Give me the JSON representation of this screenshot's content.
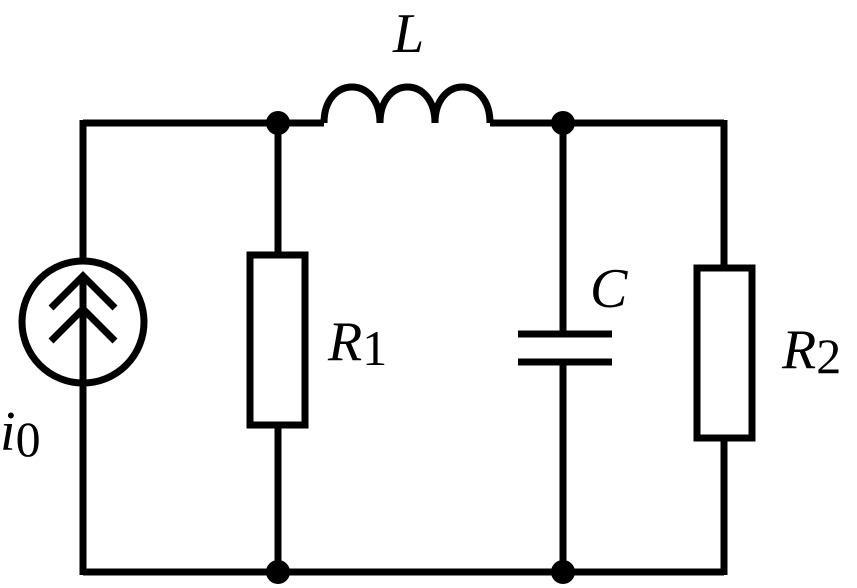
{
  "labels": {
    "inductor": "L",
    "capacitor": "C",
    "resistor1": "R",
    "resistor1_sub": "1",
    "resistor2": "R",
    "resistor2_sub": "2",
    "source": "i",
    "source_sub": "0"
  },
  "components": [
    {
      "id": "i0",
      "kind": "current-source",
      "direction": "up"
    },
    {
      "id": "R1",
      "kind": "resistor"
    },
    {
      "id": "L",
      "kind": "inductor"
    },
    {
      "id": "C",
      "kind": "capacitor"
    },
    {
      "id": "R2",
      "kind": "resistor"
    }
  ],
  "colors": {
    "stroke": "#000000",
    "background": "#ffffff"
  }
}
